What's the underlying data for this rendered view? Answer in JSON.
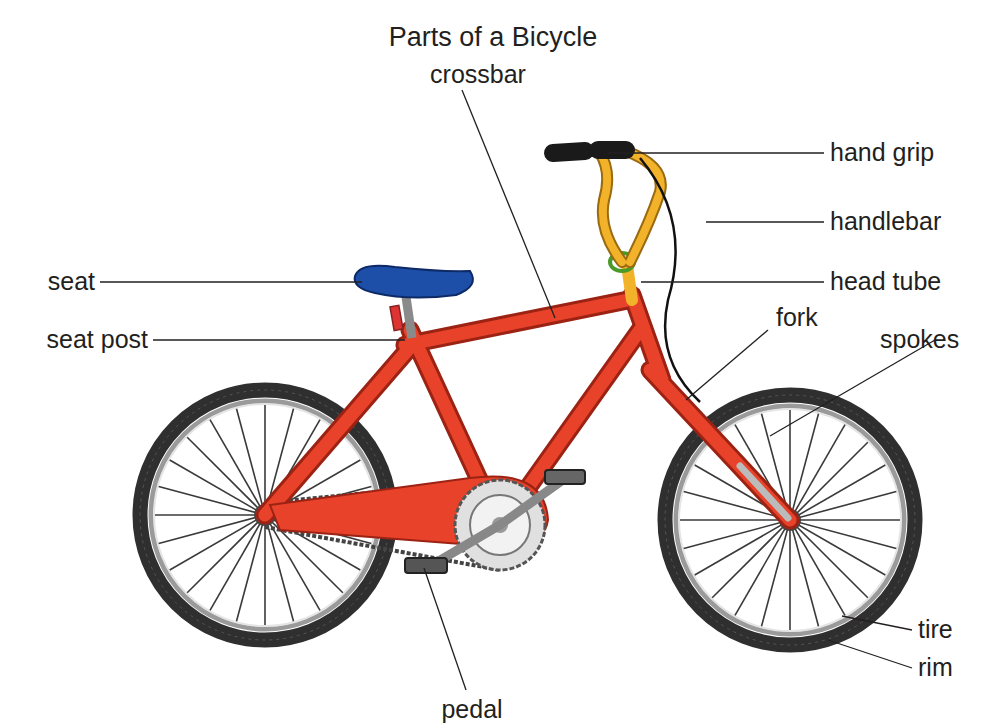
{
  "diagram": {
    "title": "Parts of a Bicycle",
    "labels": [
      "crossbar",
      "hand grip",
      "handlebar",
      "seat",
      "head tube",
      "seat post",
      "fork",
      "spokes",
      "tire",
      "rim",
      "pedal"
    ]
  }
}
